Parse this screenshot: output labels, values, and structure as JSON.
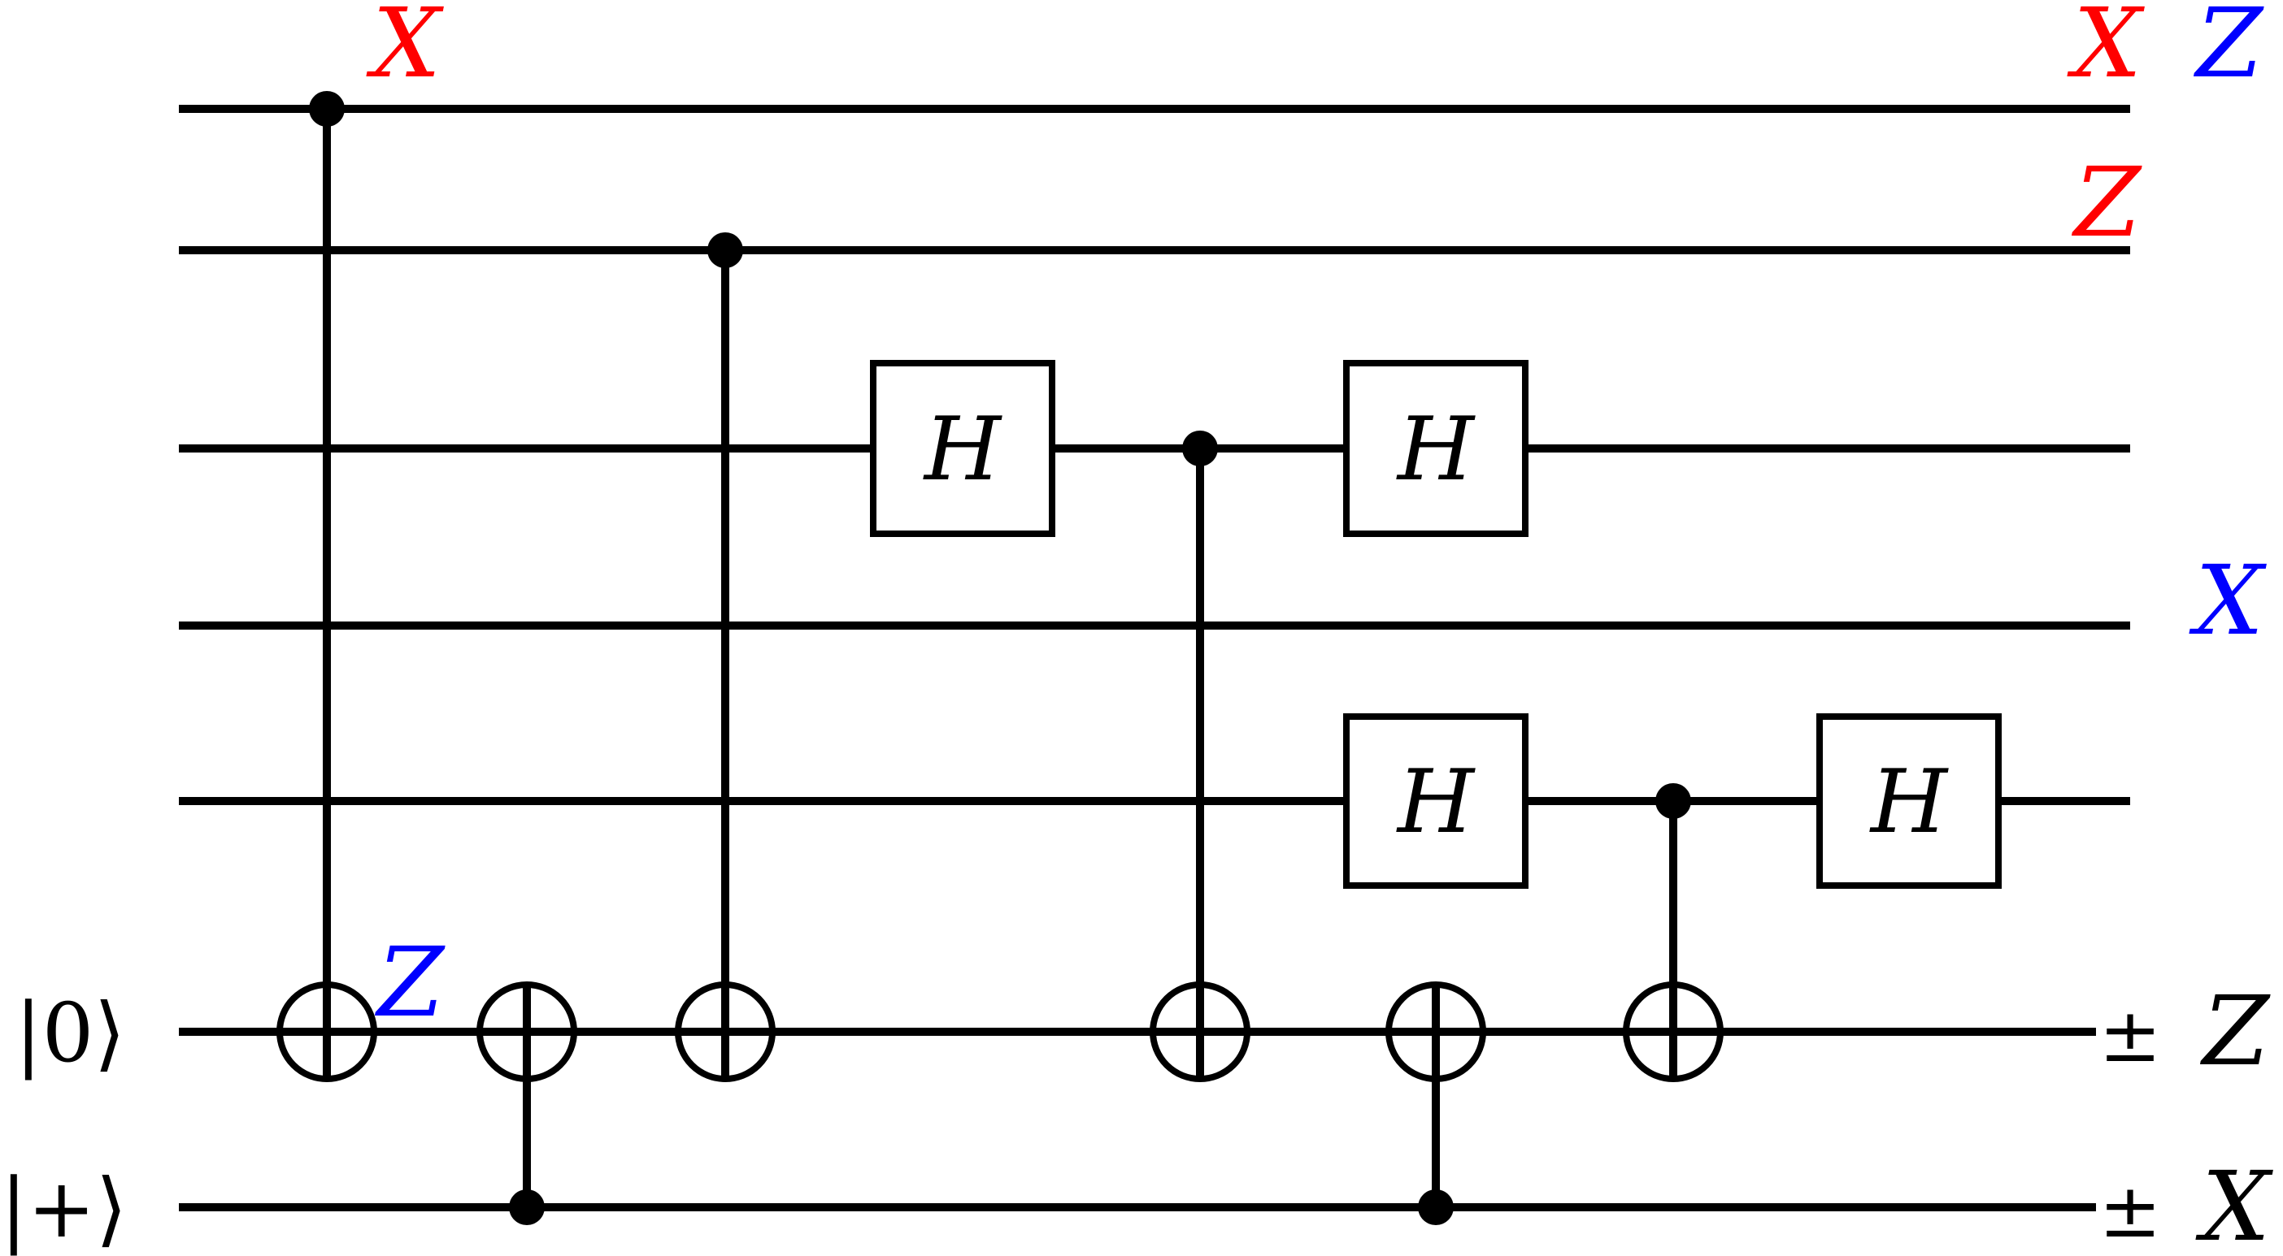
{
  "input_states": [
    {
      "qubit": 5,
      "label": "|0⟩"
    },
    {
      "qubit": 6,
      "label": "|+⟩"
    }
  ],
  "gates": [
    {
      "type": "cnot",
      "control": 0,
      "target": 5
    },
    {
      "type": "cnot",
      "control": 6,
      "target": 5
    },
    {
      "type": "cnot",
      "control": 1,
      "target": 5
    },
    {
      "type": "h",
      "qubit": 2,
      "label": "H"
    },
    {
      "type": "cnot",
      "control": 2,
      "target": 5
    },
    {
      "type": "h",
      "qubit": 2,
      "label": "H"
    },
    {
      "type": "h",
      "qubit": 4,
      "label": "H"
    },
    {
      "type": "cnot",
      "control": 6,
      "target": 5
    },
    {
      "type": "cnot",
      "control": 4,
      "target": 5
    },
    {
      "type": "h",
      "qubit": 4,
      "label": "H"
    }
  ],
  "annotations": [
    {
      "text": "X",
      "color": "#ff0000"
    },
    {
      "text": "Z",
      "color": "#0000ff"
    },
    {
      "text": "X",
      "color": "#ff0000"
    },
    {
      "text": "Z",
      "color": "#0000ff"
    },
    {
      "text": "Z",
      "color": "#ff0000"
    },
    {
      "text": "X",
      "color": "#0000ff"
    }
  ],
  "outputs": [
    {
      "qubit": 5,
      "sign": "±",
      "pauli": "Z"
    },
    {
      "qubit": 6,
      "sign": "±",
      "pauli": "X"
    }
  ]
}
